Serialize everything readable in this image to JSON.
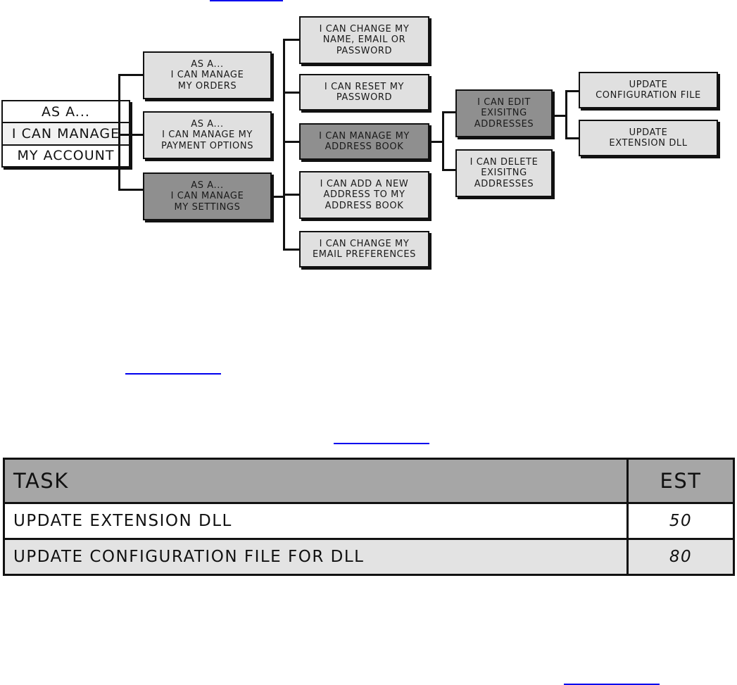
{
  "tree": {
    "root": {
      "lines": [
        "AS A...",
        "I CAN MANAGE",
        "MY ACCOUNT"
      ]
    },
    "level1": [
      {
        "id": "orders",
        "lines": [
          "AS A...",
          "I CAN MANAGE",
          "MY ORDERS"
        ],
        "highlight": false
      },
      {
        "id": "payment",
        "lines": [
          "AS A...",
          "I CAN MANAGE MY",
          "PAYMENT OPTIONS"
        ],
        "highlight": false
      },
      {
        "id": "settings",
        "lines": [
          "AS A...",
          "I CAN MANAGE",
          "MY SETTINGS"
        ],
        "highlight": true
      }
    ],
    "level2": [
      {
        "id": "change-name",
        "lines": [
          "I CAN CHANGE MY",
          "NAME, EMAIL OR",
          "PASSWORD"
        ],
        "highlight": false
      },
      {
        "id": "reset-password",
        "lines": [
          "I CAN RESET MY",
          "PASSWORD"
        ],
        "highlight": false
      },
      {
        "id": "address-book",
        "lines": [
          "I CAN MANAGE MY",
          "ADDRESS BOOK"
        ],
        "highlight": true
      },
      {
        "id": "add-address",
        "lines": [
          "I CAN ADD A NEW",
          "ADDRESS TO MY",
          "ADDRESS BOOK"
        ],
        "highlight": false
      },
      {
        "id": "email-prefs",
        "lines": [
          "I CAN CHANGE MY",
          "EMAIL PREFERENCES"
        ],
        "highlight": false
      }
    ],
    "level3": [
      {
        "id": "edit-addresses",
        "lines": [
          "I CAN EDIT",
          "EXISITNG",
          "ADDRESSES"
        ],
        "highlight": true
      },
      {
        "id": "delete-addresses",
        "lines": [
          "I CAN DELETE",
          "EXISITNG",
          "ADDRESSES"
        ],
        "highlight": false
      }
    ],
    "level4": [
      {
        "id": "update-config",
        "lines": [
          "UPDATE",
          "CONFIGURATION FILE"
        ],
        "highlight": false
      },
      {
        "id": "update-dll",
        "lines": [
          "UPDATE",
          "EXTENSION DLL"
        ],
        "highlight": false
      }
    ]
  },
  "table": {
    "headers": {
      "task": "TASK",
      "est": "EST"
    },
    "rows": [
      {
        "task": "UPDATE EXTENSION DLL",
        "est": "50"
      },
      {
        "task": "UPDATE CONFIGURATION FILE FOR DLL",
        "est": "80"
      }
    ]
  },
  "colors": {
    "highlight": "#8f8f8f",
    "node": "#e0e0e0",
    "link": "#0000ee",
    "table_header": "#a6a6a6"
  }
}
